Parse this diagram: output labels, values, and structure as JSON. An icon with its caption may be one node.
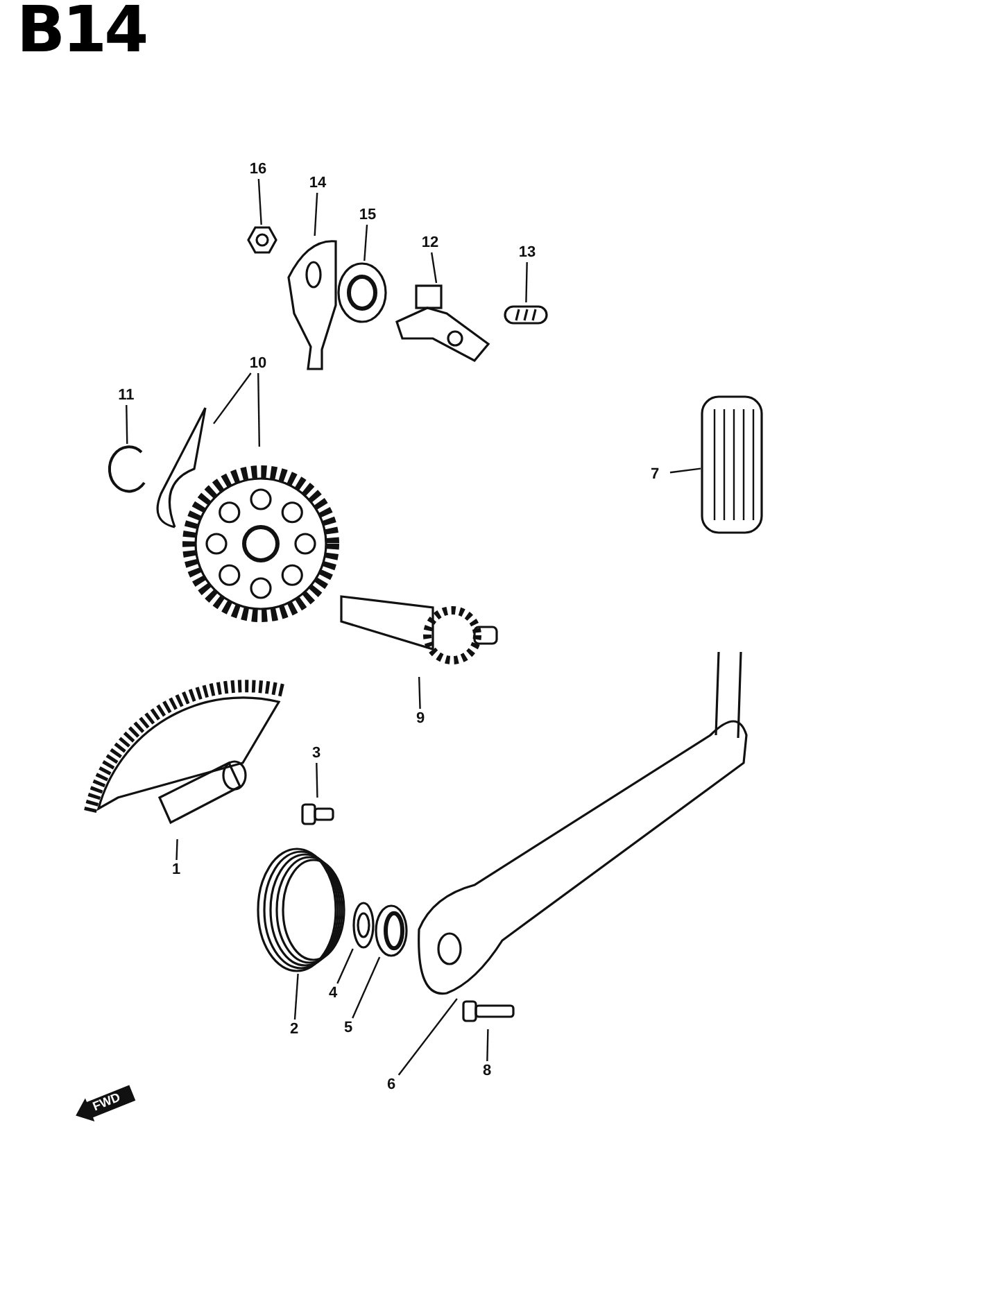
{
  "diagram": {
    "title": "B14",
    "nodes": [
      {
        "text": [
          "1"
        ]
      },
      {
        "text": [
          "2"
        ]
      },
      {
        "text": [
          "3"
        ]
      },
      {
        "text": [
          "4"
        ]
      },
      {
        "text": [
          "5"
        ]
      },
      {
        "text": [
          "6"
        ]
      },
      {
        "text": [
          "7"
        ]
      },
      {
        "text": [
          "8"
        ]
      },
      {
        "text": [
          "9"
        ]
      },
      {
        "text": [
          "10"
        ]
      },
      {
        "text": [
          "11"
        ]
      },
      {
        "text": [
          "12"
        ]
      },
      {
        "text": [
          "13"
        ]
      },
      {
        "text": [
          "14"
        ]
      },
      {
        "text": [
          "15"
        ]
      },
      {
        "text": [
          "16"
        ]
      },
      {
        "text": [],
        "shape": "picture"
      },
      {
        "text": [],
        "shape": "picture"
      },
      {
        "text": [],
        "shape": "picture"
      },
      {
        "text": [],
        "shape": "picture"
      },
      {
        "text": [],
        "shape": "picture"
      },
      {
        "text": [],
        "shape": "picture"
      },
      {
        "text": [],
        "shape": "picture"
      },
      {
        "text": [],
        "shape": "picture"
      },
      {
        "text": [],
        "shape": "picture"
      },
      {
        "text": [],
        "shape": "picture"
      },
      {
        "text": [],
        "shape": "picture"
      },
      {
        "text": [],
        "shape": "picture"
      },
      {
        "text": [],
        "shape": "picture"
      },
      {
        "text": [],
        "shape": "picture"
      },
      {
        "text": [],
        "shape": "picture"
      },
      {
        "text": [],
        "shape": "picture"
      },
      {
        "text": [],
        "shape": "picture"
      }
    ],
    "edges": [
      {
        "from": 0,
        "to": 16,
        "arrow": "none"
      },
      {
        "from": 1,
        "to": 17,
        "arrow": "none"
      },
      {
        "from": 2,
        "to": 18,
        "arrow": "none"
      },
      {
        "from": 3,
        "to": 19,
        "arrow": "none"
      },
      {
        "from": 4,
        "to": 20,
        "arrow": "none"
      },
      {
        "from": 5,
        "to": 21,
        "arrow": "none"
      },
      {
        "from": 6,
        "to": 22,
        "arrow": "none"
      },
      {
        "from": 7,
        "to": 23,
        "arrow": "none"
      },
      {
        "from": 8,
        "to": 24,
        "arrow": "none"
      },
      {
        "from": 9,
        "to": 25,
        "arrow": "none"
      },
      {
        "from": 9,
        "to": 26,
        "arrow": "none"
      },
      {
        "from": 10,
        "to": 27,
        "arrow": "none"
      },
      {
        "from": 11,
        "to": 28,
        "arrow": "none"
      },
      {
        "from": 12,
        "to": 29,
        "arrow": "none"
      },
      {
        "from": 13,
        "to": 30,
        "arrow": "none"
      },
      {
        "from": 14,
        "to": 31,
        "arrow": "none"
      },
      {
        "from": 15,
        "to": 32,
        "arrow": "none"
      }
    ],
    "labels": [
      "FWD"
    ]
  }
}
